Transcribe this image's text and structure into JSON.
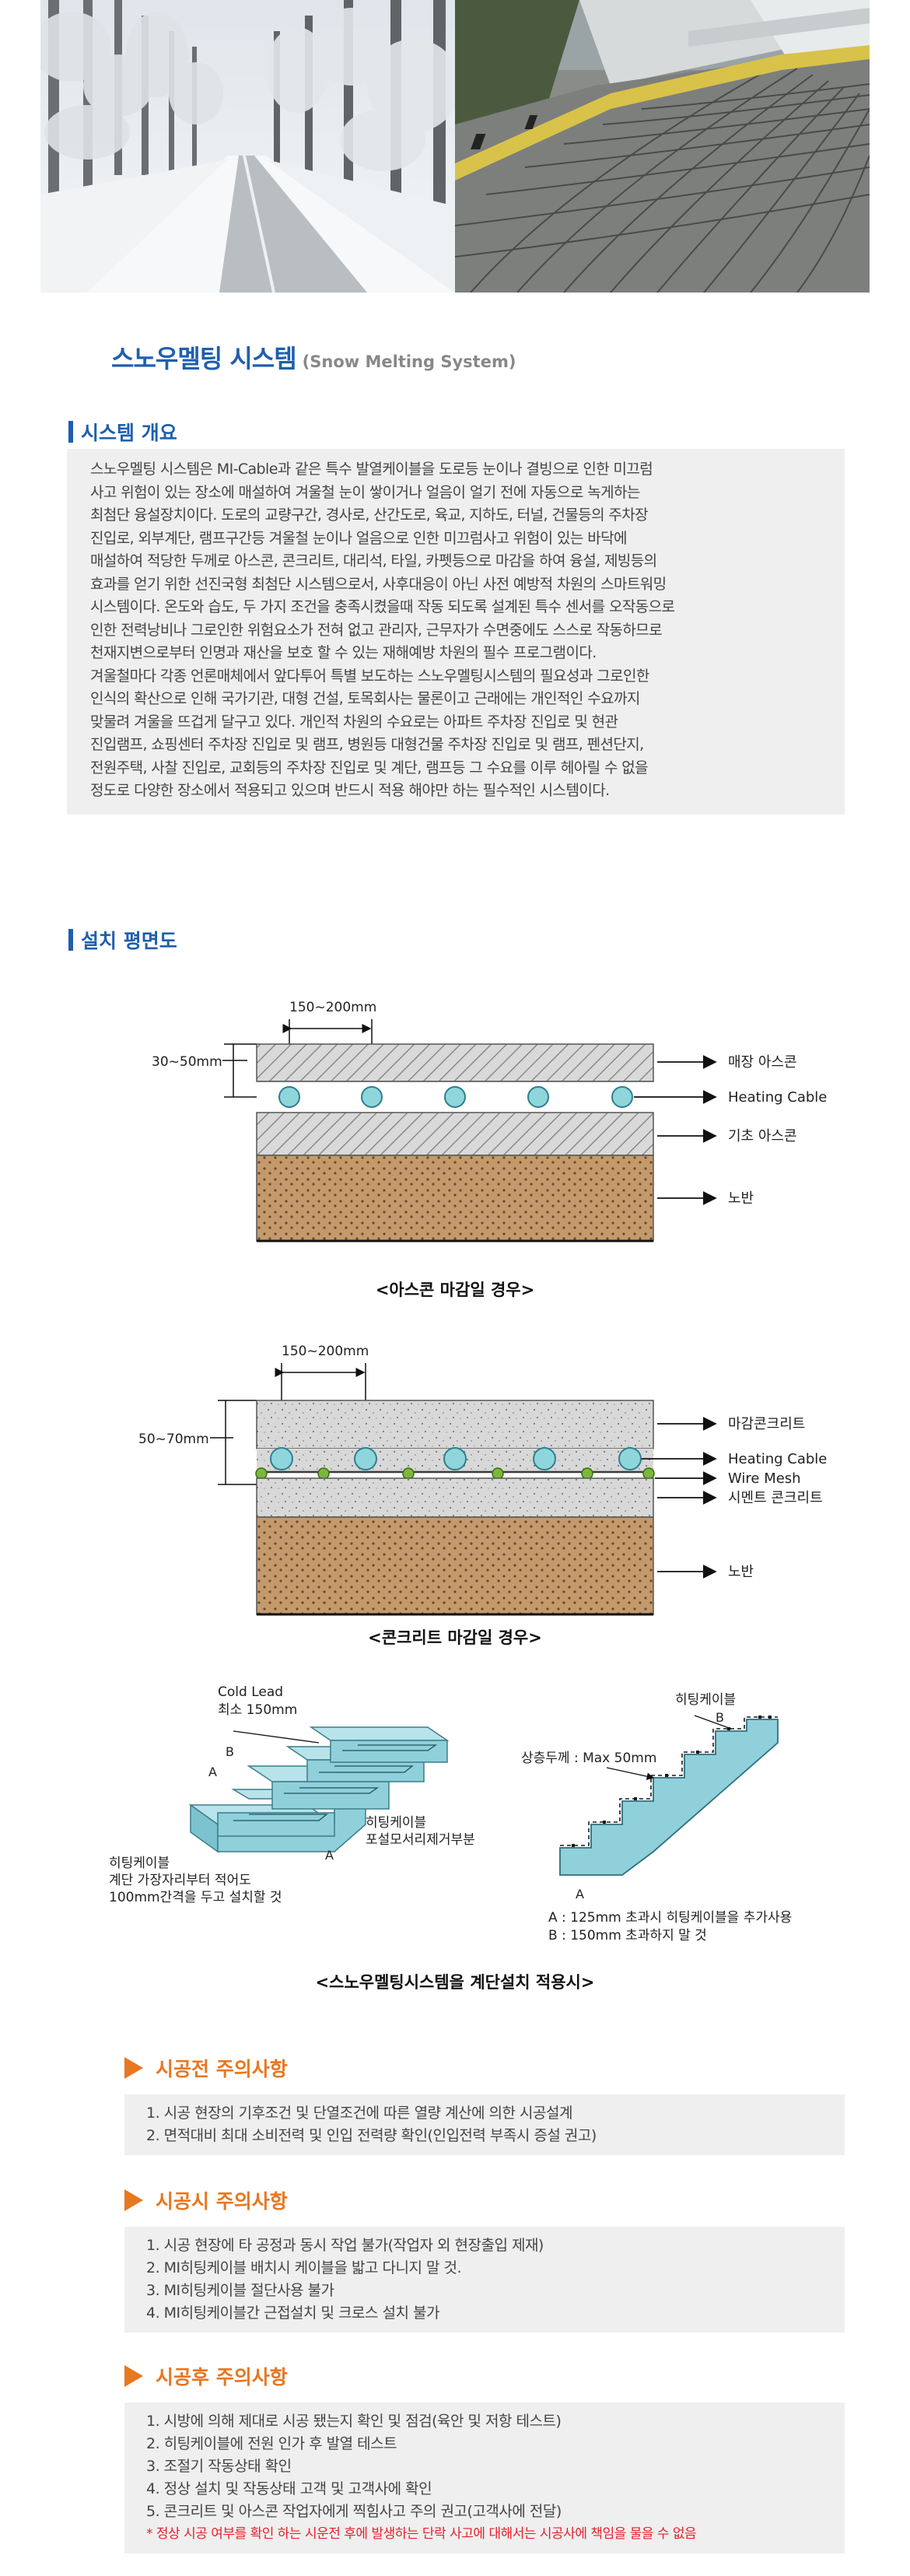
{
  "header": {
    "title_ko": "스노우멜팅 시스템",
    "title_en": "(Snow Melting System)"
  },
  "overview": {
    "heading": "시스템 개요",
    "lines": [
      "스노우멜팅 시스템은 MI-Cable과 같은 특수 발열케이블을 도로등 눈이나 결빙으로 인한 미끄럼",
      "사고 위험이 있는 장소에 매설하여 겨울철 눈이 쌓이거나 얼음이 얼기 전에 자동으로 녹게하는",
      "최첨단 융설장치이다. 도로의 교량구간, 경사로, 산간도로, 육교, 지하도, 터널, 건물등의 주차장",
      "진입로, 외부계단, 램프구간등 겨울철 눈이나 얼음으로 인한 미끄럼사고 위험이 있는 바닥에",
      "매설하여 적당한 두께로 아스콘, 콘크리트, 대리석, 타일, 카펫등으로 마감을 하여 융설, 제빙등의",
      "효과를 얻기 위한 선진국형 최첨단 시스템으로서, 사후대응이 아닌 사전 예방적 차원의 스마트워밍",
      "시스템이다. 온도와 습도, 두 가지 조건을 충족시켰을때 작동 되도록 설계된 특수 센서를 오작동으로",
      "인한 전력낭비나 그로인한 위험요소가 전혀 없고 관리자, 근무자가 수면중에도 스스로 작동하므로",
      "천재지변으로부터 인명과 재산을 보호 할 수 있는 재해예방 차원의 필수 프로그램이다.",
      "겨울철마다 각종 언론매체에서 앞다투어 특별 보도하는 스노우멜팅시스템의 필요성과 그로인한",
      "인식의 확산으로 인해 국가기관, 대형 건설, 토목회사는 물론이고 근래에는 개인적인 수요까지",
      "맞물려 겨울을 뜨겁게 달구고 있다. 개인적 차원의 수요로는 아파트 주차장 진입로 및 현관",
      "진입램프, 쇼핑센터 주차장 진입로 및 램프, 병원등 대형건물 주차장 진입로 및 램프, 펜션단지,",
      "전원주택, 사찰 진입로, 교회등의 주차장 진입로 및 계단, 램프등 그 수요를 이루 헤아릴 수 없을",
      "정도로 다양한 장소에서 적용되고 있으며 반드시 적용 해야만 하는 필수적인 시스템이다."
    ]
  },
  "plan": {
    "heading": "설치 평면도",
    "asphalt": {
      "spacing": "150~200mm",
      "depth": "30~50mm",
      "labels": [
        "매장 아스콘",
        "Heating Cable",
        "기초 아스콘",
        "노반"
      ],
      "caption": "<아스콘 마감일 경우>"
    },
    "concrete": {
      "spacing": "150~200mm",
      "depth": "50~70mm",
      "labels": [
        "마감콘크리트",
        "Heating Cable",
        "Wire Mesh",
        "시멘트 콘크리트",
        "노반"
      ],
      "caption": "<콘크리트 마감일 경우>"
    },
    "stairs": {
      "left_labels": [
        "Cold Lead",
        "최소 150mm",
        "B",
        "A",
        "A",
        "히팅케이블",
        "포설모서리제거부분",
        "히팅케이블",
        "계단 가장자리부터 적어도",
        "100mm간격을 두고 설치할 것"
      ],
      "right_labels": [
        "히팅케이블",
        "B",
        "상층두께 : Max 50mm",
        "A",
        "A : 125mm 초과시 히팅케이블을 추가사용",
        "B : 150mm 초과하지 말 것"
      ],
      "caption": "<스노우멜팅시스템을 계단설치 적용시>"
    }
  },
  "notices": [
    {
      "heading": "시공전 주의사항",
      "items": [
        "1. 시공 현장의 기후조건 및 단열조건에 따른 열량 계산에 의한 시공설계",
        "2. 면적대비 최대 소비전력 및 인입 전력량 확인(인입전력 부족시 증설 권고)"
      ]
    },
    {
      "heading": "시공시 주의사항",
      "items": [
        "1. 시공 현장에 타 공정과 동시 작업 불가(작업자 외 현장출입 제재)",
        "2. MI히팅케이블 배치시 케이블을 밟고 다니지 말 것.",
        "3. MI히팅케이블 절단사용 불가",
        "4. MI히팅케이블간 근접설치 및 크로스 설치 불가"
      ]
    },
    {
      "heading": "시공후 주의사항",
      "items": [
        "1. 시방에 의해 제대로 시공 됐는지 확인 및 점검(육안 및 저항 테스트)",
        "2. 히팅케이블에 전원 인가 후 발열 테스트",
        "3. 조절기 작동상태 확인",
        "4. 정상 설치 및 작동상태 고객 및 고객사에 확인",
        "5. 콘크리트 및 아스콘 작업자에게 찍힘사고 주의 권고(고객사에 전달)"
      ],
      "warning": "* 정상 시공 여부를 확인 하는 시운전 후에 발생하는 단락 사고에 대해서는 시공사에 책임을 물을 수 없음"
    }
  ],
  "colors": {
    "accent_blue": "#1f5fae",
    "accent_orange": "#e87722",
    "warning_red": "#e8202a",
    "box_gray": "#efefef",
    "cable": "#8fd6dc",
    "soil": "#c49a6c",
    "stair_fill": "#8fd0da"
  }
}
